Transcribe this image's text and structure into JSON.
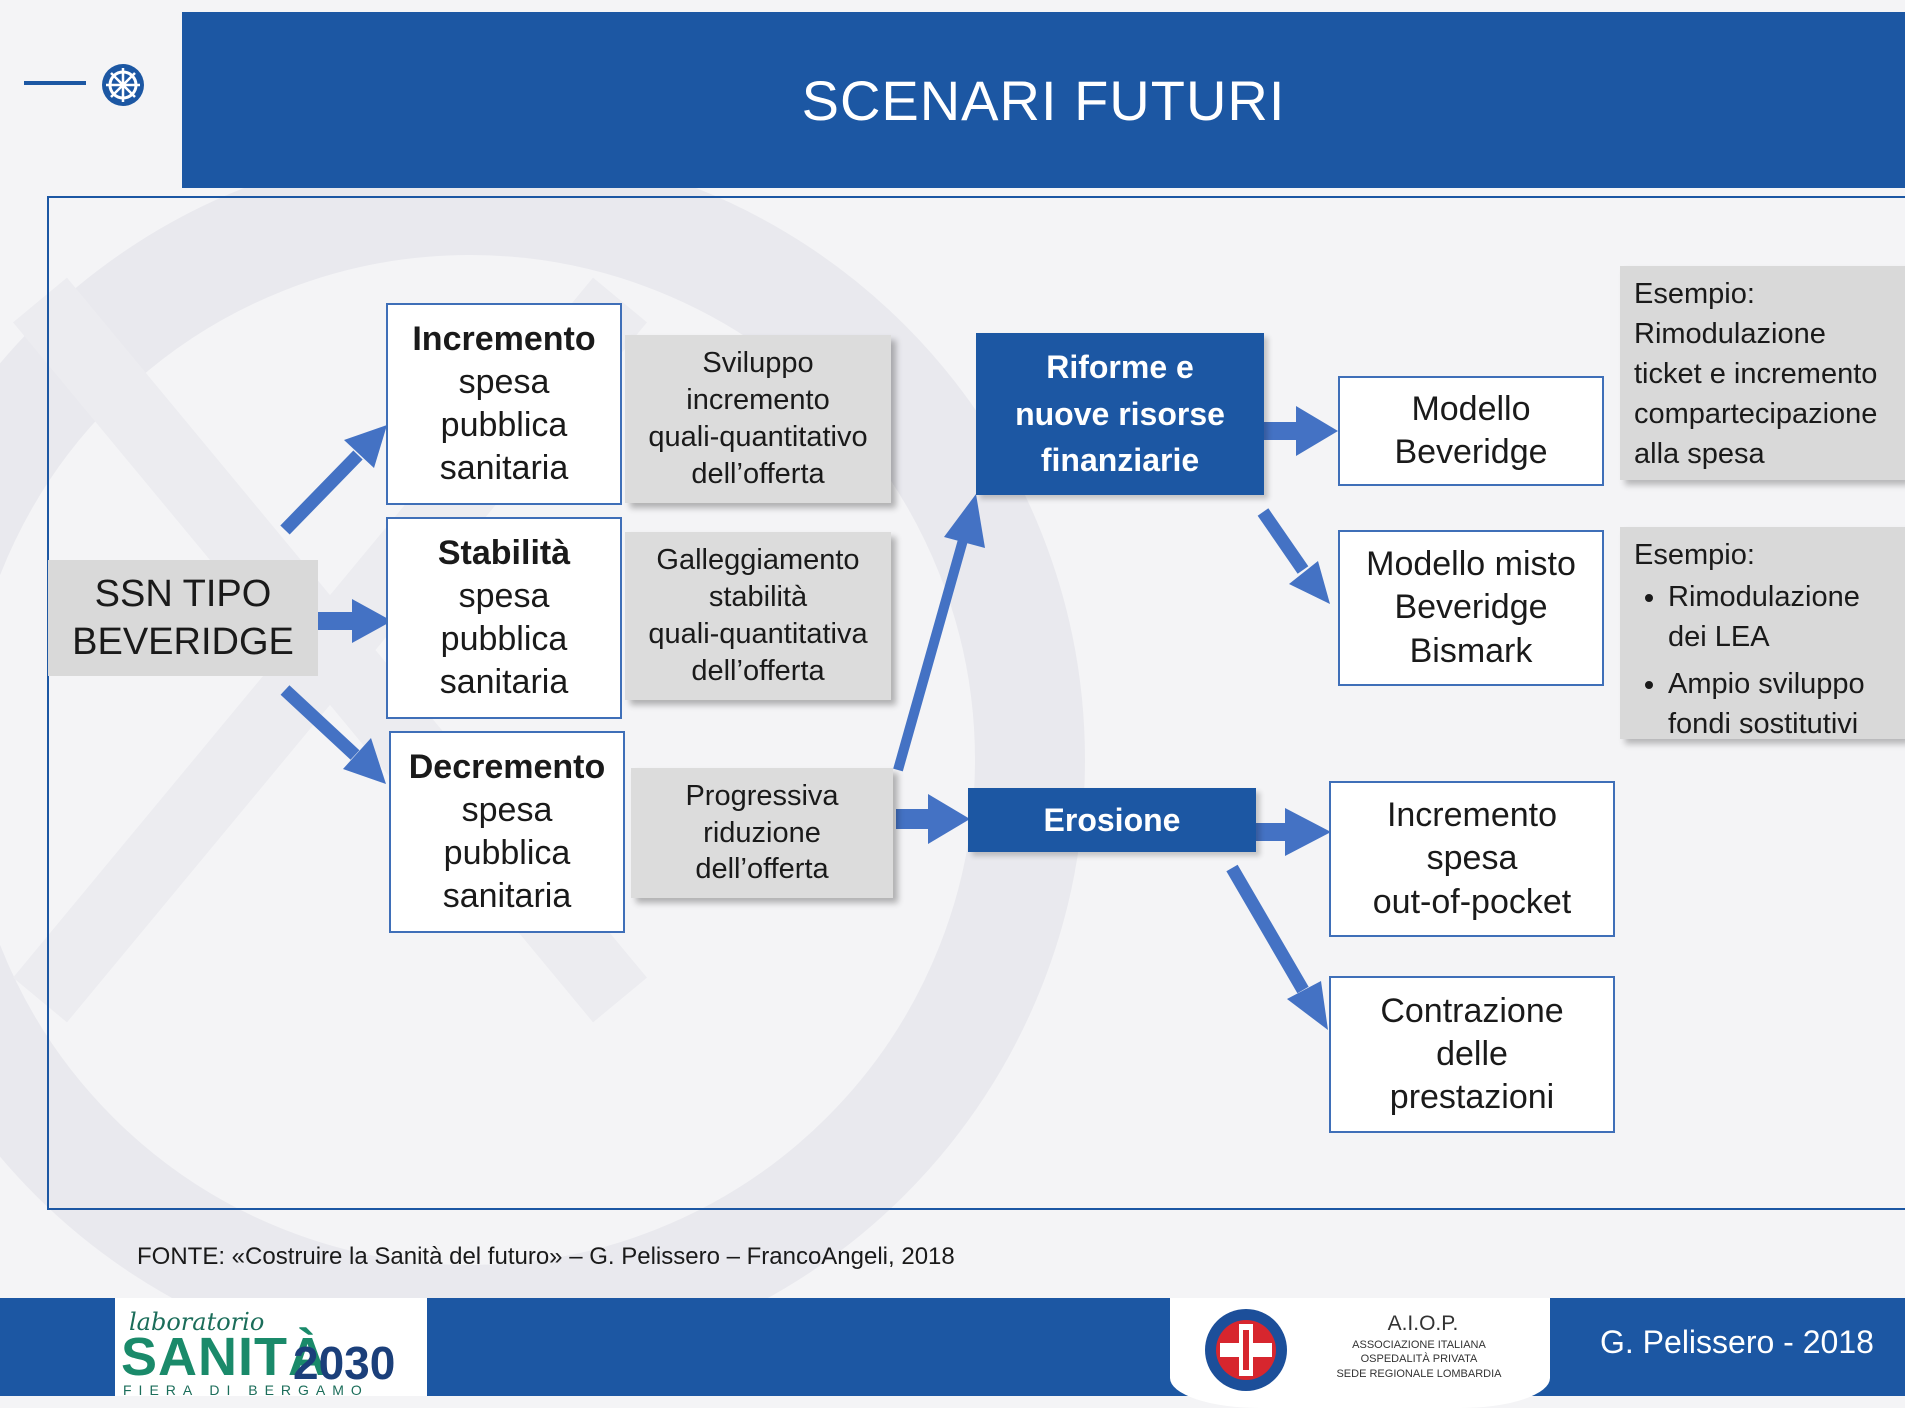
{
  "header": {
    "title": "SCENARI FUTURI"
  },
  "diagram": {
    "source_node": {
      "line1": "SSN TIPO",
      "line2": "BEVERIDGE"
    },
    "spending_scenarios": [
      {
        "bold": "Incremento",
        "rest": [
          "spesa",
          "pubblica",
          "sanitaria"
        ]
      },
      {
        "bold": "Stabilità",
        "rest": [
          "spesa",
          "pubblica",
          "sanitaria"
        ]
      },
      {
        "bold": "Decremento",
        "rest": [
          "spesa",
          "pubblica",
          "sanitaria"
        ]
      }
    ],
    "offer_effects": [
      {
        "lines": [
          "Sviluppo",
          "incremento",
          "quali-quantitativo",
          "dell’offerta"
        ]
      },
      {
        "lines": [
          "Galleggiamento",
          "stabilità",
          "quali-quantitativa",
          "dell’offerta"
        ]
      },
      {
        "lines": [
          "Progressiva",
          "riduzione",
          "dell’offerta"
        ]
      }
    ],
    "paths": [
      {
        "lines": [
          "Riforme e",
          "nuove risorse",
          "finanziarie"
        ]
      },
      {
        "lines": [
          "Erosione"
        ]
      }
    ],
    "outcomes": [
      {
        "lines": [
          "Modello",
          "Beveridge"
        ]
      },
      {
        "lines": [
          "Modello misto",
          "Beveridge",
          "Bismark"
        ]
      },
      {
        "lines": [
          "Incremento",
          "spesa",
          "out-of-pocket"
        ]
      },
      {
        "lines": [
          "Contrazione",
          "delle",
          "prestazioni"
        ]
      }
    ],
    "examples": [
      {
        "heading": "Esempio:",
        "lines": [
          "Rimodulazione",
          "ticket e incremento",
          "compartecipazione",
          "alla spesa"
        ]
      },
      {
        "heading": "Esempio:",
        "bullets": [
          "Rimodulazione dei LEA",
          "Ampio sviluppo fondi sostitutivi"
        ]
      }
    ],
    "arrow_color": "#4472c4",
    "node_border_color": "#3f6fb8",
    "dark_node_color": "#1c57a3"
  },
  "source_note": "FONTE: «Costruire la Sanità del futuro» – G. Pelissero – FrancoAngeli, 2018",
  "footer": {
    "event_logo": {
      "script": "laboratorio",
      "main": "SANITÀ",
      "year": "2030",
      "place": "FIERA DI BERGAMO"
    },
    "aiop_logo": {
      "name": "A.I.O.P.",
      "lines": [
        "ASSOCIAZIONE ITALIANA",
        "OSPEDALITÀ PRIVATA",
        "SEDE REGIONALE LOMBARDIA"
      ]
    },
    "author": "G. Pelissero - 2018"
  },
  "colors": {
    "brand_blue": "#1c57a3",
    "gray_box": "#d9d9d9"
  }
}
